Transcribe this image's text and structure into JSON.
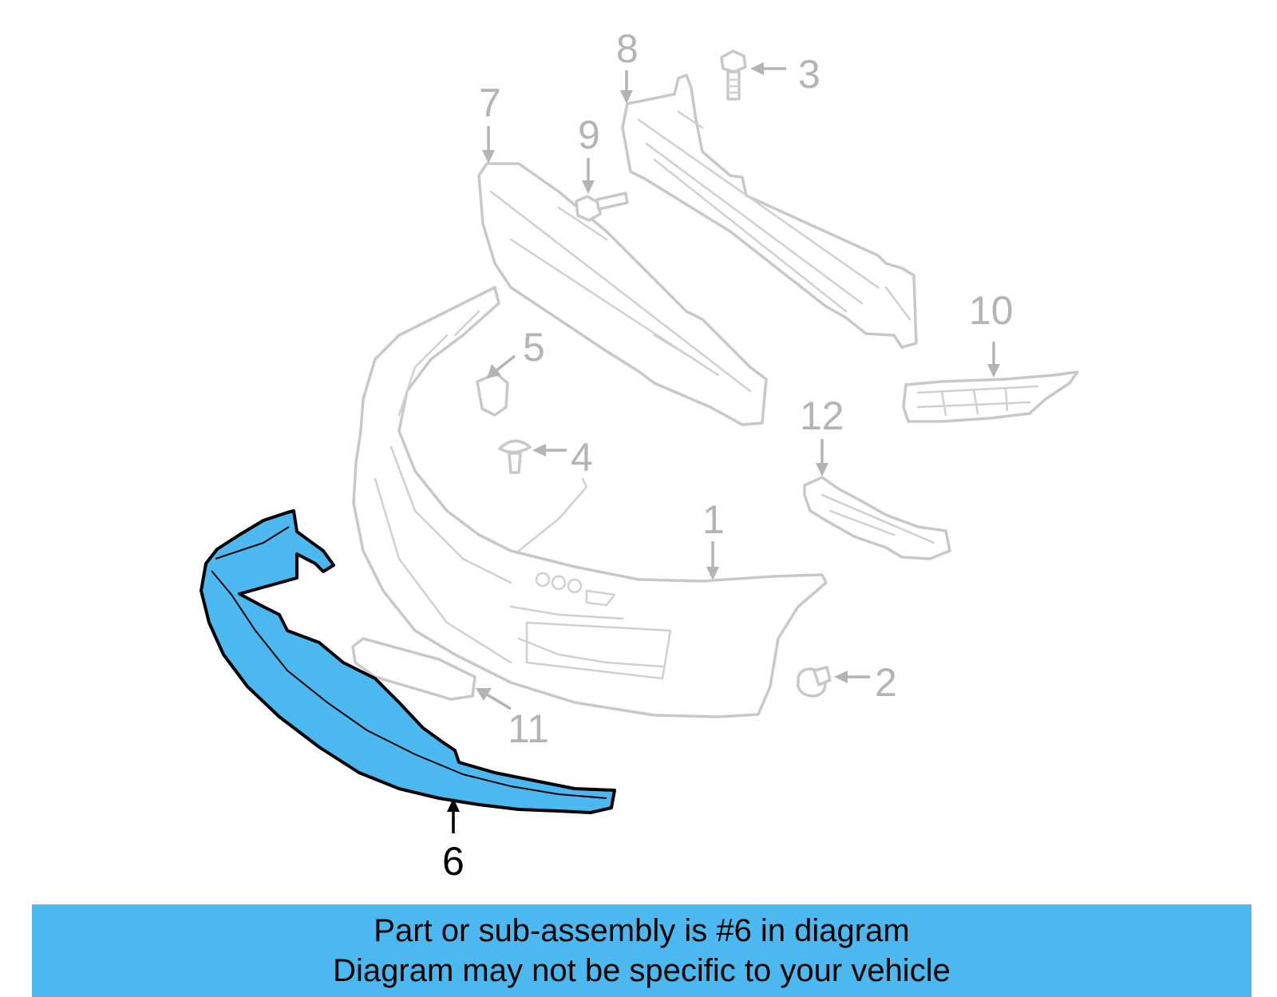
{
  "colors": {
    "highlight": "#4bb9f0",
    "banner_bg": "#4bb9f0",
    "ghost_stroke": "#c8c8c8",
    "label_inactive": "#b4b4b4",
    "label_active": "#000000"
  },
  "labels": {
    "p1": "1",
    "p2": "2",
    "p3": "3",
    "p4": "4",
    "p5": "5",
    "p6": "6",
    "p7": "7",
    "p8": "8",
    "p9": "9",
    "p10": "10",
    "p11": "11",
    "p12": "12"
  },
  "highlighted_part": "6",
  "banner": {
    "line1": "Part or sub-assembly is #6 in diagram",
    "line2": "Diagram may not be specific to your vehicle"
  }
}
